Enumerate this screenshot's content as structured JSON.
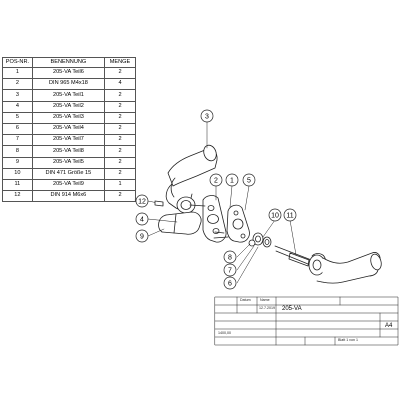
{
  "bom": {
    "headers": {
      "pos": "POS-NR.",
      "name": "BENENNUNG",
      "qty": "MENGE"
    },
    "rows": [
      {
        "pos": "1",
        "name": "205-VA Teil6",
        "qty": "2"
      },
      {
        "pos": "2",
        "name": "DIN 965 M4x18",
        "qty": "4"
      },
      {
        "pos": "3",
        "name": "205-VA Teil1",
        "qty": "2"
      },
      {
        "pos": "4",
        "name": "205-VA Teil2",
        "qty": "2"
      },
      {
        "pos": "5",
        "name": "205-VA Teil3",
        "qty": "2"
      },
      {
        "pos": "6",
        "name": "205-VA Teil4",
        "qty": "2"
      },
      {
        "pos": "7",
        "name": "205-VA Teil7",
        "qty": "2"
      },
      {
        "pos": "8",
        "name": "205-VA Teil8",
        "qty": "2"
      },
      {
        "pos": "9",
        "name": "205-VA Teil5",
        "qty": "2"
      },
      {
        "pos": "10",
        "name": "DIN 471 Größe 15",
        "qty": "2"
      },
      {
        "pos": "11",
        "name": "205-VA Teil9",
        "qty": "1"
      },
      {
        "pos": "12",
        "name": "DIN 914 M6x6",
        "qty": "2"
      }
    ]
  },
  "balloons": [
    "3",
    "2",
    "1",
    "5",
    "12",
    "4",
    "9",
    "10",
    "11",
    "8",
    "7",
    "6"
  ],
  "title_block": {
    "datum": "Datum",
    "name": "Name",
    "doc_no": "205-VA",
    "scale": "A4",
    "date": "12.7.2019",
    "weight": "1400,00",
    "sheet": "Blatt 1 von 1"
  },
  "colors": {
    "line": "#222222",
    "fill": "#ffffff",
    "table_border": "#555555"
  }
}
